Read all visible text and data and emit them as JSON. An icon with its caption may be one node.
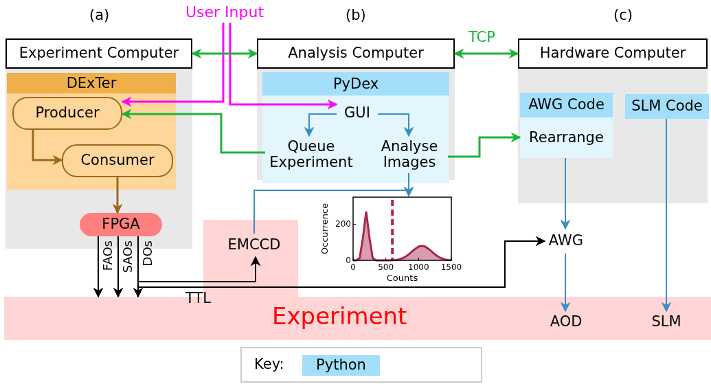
{
  "diagram": {
    "nodes": [
      {
        "text": [
          "User Input"
        ]
      },
      {
        "text": [
          "Experiment Computer"
        ]
      },
      {
        "text": [
          "Analysis Computer"
        ]
      },
      {
        "text": [
          "Hardware Computer"
        ]
      },
      {
        "text": [
          "DExTer"
        ]
      },
      {
        "text": [
          "Producer"
        ],
        "in": 4
      },
      {
        "text": [
          "Consumer"
        ],
        "in": 4
      },
      {
        "text": [
          "FPGA"
        ]
      },
      {
        "text": [
          "PyDex"
        ]
      },
      {
        "text": [
          "GUI"
        ],
        "in": 8
      },
      {
        "text": [
          "Queue Experiment"
        ],
        "in": 8
      },
      {
        "text": [
          "Analyse Images"
        ],
        "in": 8
      },
      {
        "text": [],
        "shape": "picture"
      },
      {
        "text": [
          "AWG Code"
        ]
      },
      {
        "text": [
          "Rearrange"
        ]
      },
      {
        "text": [
          "SLM Code"
        ]
      },
      {
        "text": [
          "EMCCD"
        ]
      },
      {
        "text": [
          "AWG"
        ]
      },
      {
        "text": [
          "Experiment"
        ]
      },
      {
        "text": [
          "AOD"
        ],
        "in": 18
      },
      {
        "text": [
          "SLM"
        ],
        "in": 18
      }
    ],
    "edges": [
      {
        "from": 0,
        "to": 5,
        "arrow": "to",
        "color": "#ff00ff"
      },
      {
        "from": 0,
        "to": 9,
        "arrow": "to",
        "color": "#ff00ff"
      },
      {
        "from": 1,
        "to": 2,
        "arrow": "both",
        "color": "#1db33b"
      },
      {
        "from": 2,
        "to": 3,
        "arrow": "both",
        "label": "TCP",
        "color": "#1db33b"
      },
      {
        "from": 10,
        "to": 5,
        "arrow": "to",
        "color": "#1db33b"
      },
      {
        "from": 11,
        "to": 14,
        "arrow": "to",
        "color": "#1db33b"
      },
      {
        "from": 5,
        "to": 6,
        "arrow": "to",
        "color": "#9a6a1e"
      },
      {
        "from": 6,
        "to": 7,
        "arrow": "to",
        "color": "#9a6a1e"
      },
      {
        "from": 9,
        "to": 10,
        "arrow": "to"
      },
      {
        "from": 9,
        "to": 11,
        "arrow": "to"
      },
      {
        "from": 11,
        "to": 12,
        "arrow": "to"
      },
      {
        "from": 16,
        "to": 12,
        "arrow": "to"
      },
      {
        "from": 14,
        "to": 17,
        "arrow": "to"
      },
      {
        "from": 17,
        "to": 19,
        "arrow": "to"
      },
      {
        "from": 15,
        "to": 20,
        "arrow": "to"
      },
      {
        "from": 7,
        "to": 18,
        "arrow": "to",
        "label": "FAOs",
        "color": "#000000"
      },
      {
        "from": 7,
        "to": 18,
        "arrow": "to",
        "label": "SAOs",
        "color": "#000000"
      },
      {
        "from": 7,
        "to": 18,
        "arrow": "to",
        "label": "DOs",
        "color": "#000000"
      },
      {
        "from": 7,
        "to": 16,
        "arrow": "to",
        "color": "#000000"
      },
      {
        "from": 7,
        "to": 17,
        "arrow": "to",
        "label": "TTL",
        "color": "#000000"
      }
    ],
    "labels": [
      "(a)",
      "(b)",
      "(c)",
      "Key:"
    ],
    "legend": [
      {
        "text": "Python",
        "color": "#a3defa"
      }
    ],
    "chart_data": {
      "type": "area",
      "xlabel": "Counts",
      "ylabel": "Occurrence",
      "x": [
        0,
        50,
        100,
        150,
        200,
        250,
        300,
        350,
        400,
        450,
        500,
        550,
        600,
        650,
        700,
        750,
        800,
        850,
        900,
        950,
        1000,
        1050,
        1100,
        1150,
        1200,
        1250,
        1300,
        1350,
        1400,
        1450,
        1500
      ],
      "series": [
        {
          "color": "#a8274a",
          "values": [
            0,
            0,
            12,
            124,
            270,
            124,
            12,
            0,
            0,
            0,
            0,
            0,
            1,
            2,
            5,
            11,
            20,
            33,
            49,
            64,
            76,
            80,
            76,
            64,
            49,
            33,
            20,
            11,
            5,
            2,
            1
          ]
        }
      ],
      "xlim": [
        0,
        1500
      ],
      "ylim": [
        0,
        350
      ],
      "xticks": [
        0,
        500,
        1000,
        1500
      ],
      "yticks": [
        0,
        200
      ],
      "ref_lines": [
        {
          "axis": "x",
          "value": 600
        }
      ]
    }
  }
}
